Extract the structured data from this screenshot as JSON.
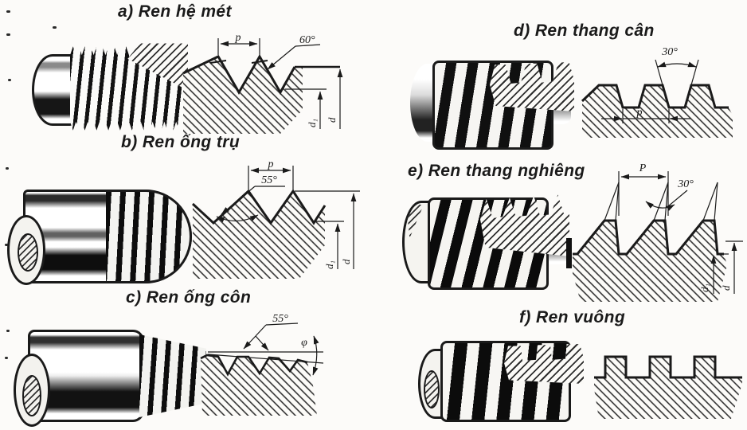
{
  "page": {
    "background": "#fcfbf9",
    "ink": "#1a1a1a"
  },
  "sections": [
    {
      "id": "a",
      "title": "a) Ren hệ mét",
      "labels": {
        "pitch": "p",
        "angle": "60°",
        "d1": "d₁",
        "d": "d"
      }
    },
    {
      "id": "b",
      "title": "b) Ren ống trụ",
      "labels": {
        "pitch": "p",
        "angle": "55°",
        "d1": "d₁",
        "d": "d"
      }
    },
    {
      "id": "c",
      "title": "c) Ren ống côn",
      "labels": {
        "angle": "55°",
        "taper": "φ"
      }
    },
    {
      "id": "d",
      "title": "d) Ren thang cân",
      "labels": {
        "angle": "30°",
        "pitch": "p"
      }
    },
    {
      "id": "e",
      "title": "e) Ren thang nghiêng",
      "labels": {
        "pitch": "P",
        "angle": "30°",
        "d1": "d₁",
        "d": "d"
      }
    },
    {
      "id": "f",
      "title": "f) Ren vuông",
      "labels": {}
    }
  ]
}
